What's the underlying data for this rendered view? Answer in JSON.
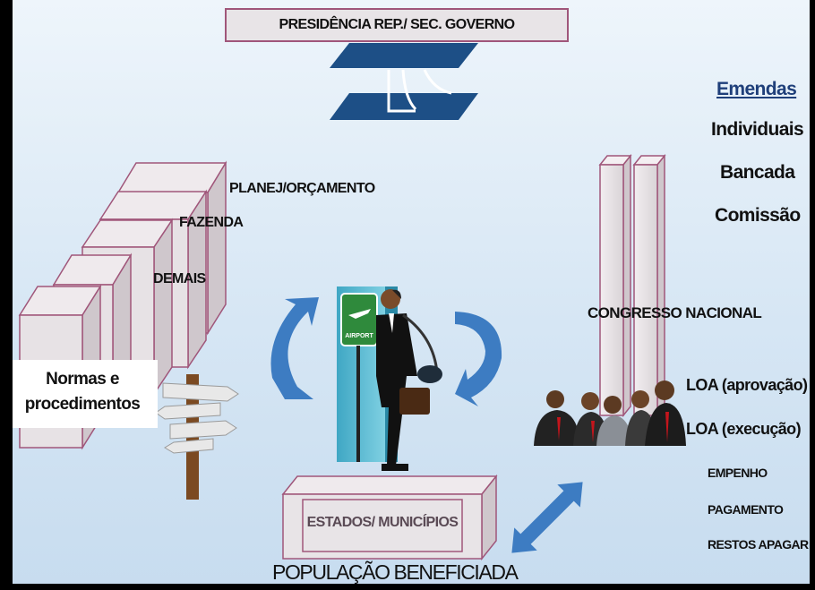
{
  "presidencia": "PRESIDÊNCIA REP./ SEC. GOVERNO",
  "emendas": {
    "title": "Emendas",
    "items": [
      "Individuais",
      "Bancada",
      "Comissão"
    ]
  },
  "ministries": {
    "planejamento": "PLANEJ/ORÇAMENTO",
    "fazenda": "FAZENDA",
    "demais": "DEMAIS"
  },
  "normas": "Normas e procedimentos",
  "airport_sign": "AIRPORT",
  "congresso": "CONGRESSO NACIONAL",
  "loa_aprovacao": "LOA (aprovação)",
  "loa_execucao": "LOA (execução)",
  "stages": [
    "EMPENHO",
    "PAGAMENTO",
    "RESTOS APAGAR"
  ],
  "estados": "ESTADOS/ MUNICÍPIOS",
  "populacao": "POPULAÇÃO BENEFICIADA",
  "colors": {
    "box_outline": "#a0567a",
    "box_fill": "#e9e5e8",
    "parallelogram": "#1d4f86",
    "arrow": "#3d7cc2",
    "emendas_title": "#1f3f7a"
  }
}
